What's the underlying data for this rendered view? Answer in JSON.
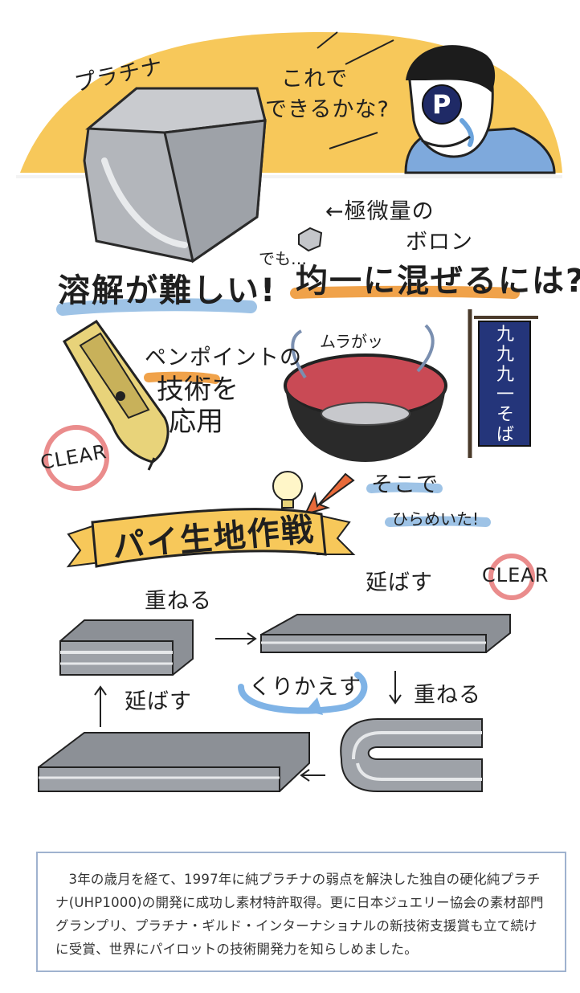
{
  "top": {
    "platinum_label": "プラチナ",
    "thought": [
      "これで",
      "できるかな?"
    ],
    "badge_letter": "P"
  },
  "boron": {
    "arrow_text": "←極微量の",
    "name": "ボロン",
    "demo": "でも…"
  },
  "headings": {
    "melt": "溶解が難しい!",
    "mix": "均一に混ぜるには?",
    "pie": "パイ生地作戦",
    "repeat": "くりかえす"
  },
  "pen": {
    "lines": [
      "ペンポイントの",
      "技術を",
      "応用"
    ],
    "clear": "CLEAR"
  },
  "pot": {
    "uneven": "ムラがッ",
    "banner_chars": [
      "九",
      "九",
      "九",
      "一",
      "そ",
      "ば"
    ]
  },
  "idea": [
    "そこで",
    "ひらめいた!"
  ],
  "steps": {
    "stack1": "重ねる",
    "stretch1": "延ばす",
    "stack2": "重ねる",
    "stretch2": "延ばす",
    "clear": "CLEAR"
  },
  "caption": "3年の歳月を経て、1997年に純プラチナの弱点を解決した独自の硬化純プラチナ(UHP1000)の開発に成功し素材特許取得。更に日本ジュエリー協会の素材部門グランプリ、プラチナ・ギルド・インターナショナルの新技術支援賞も立て続けに受賞、世界にパイロットの技術開発力を知らしめました。",
  "colors": {
    "yellow": "#f7c85a",
    "blue_highlight": "#9ec3e6",
    "orange_highlight": "#f0a24a",
    "clear_circle": "#ea8c8c",
    "metal": "#a9adb3",
    "frame": "#9fb2cf"
  }
}
